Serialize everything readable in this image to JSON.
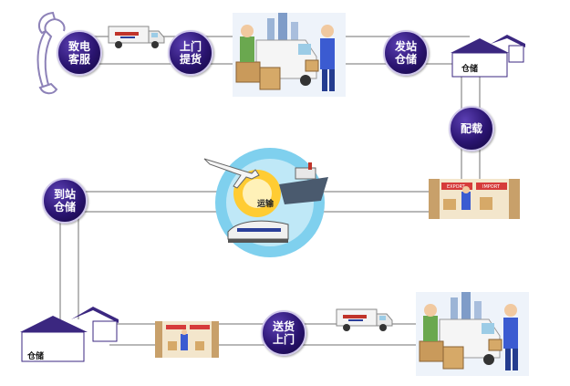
{
  "nodes": {
    "customer_service": [
      "致电",
      "客服"
    ],
    "pickup": [
      "上门",
      "提货"
    ],
    "origin_warehouse": [
      "发站",
      "仓储"
    ],
    "loading": [
      "配载"
    ],
    "dest_warehouse": [
      "到站",
      "仓储"
    ],
    "delivery": [
      "送货",
      "上门"
    ]
  },
  "hub": {
    "label": "运输"
  },
  "warehouse_labels": {
    "top": "仓储",
    "bottom": "仓储"
  },
  "port_sign": {
    "left": "EXPORT",
    "right": "IMPORT"
  },
  "colors": {
    "node": "#2a1470",
    "line": "#b8b8b8",
    "hub_sky": "#7fd0ee",
    "hub_sun": "#ffcc33",
    "roof": "#3b2780"
  }
}
